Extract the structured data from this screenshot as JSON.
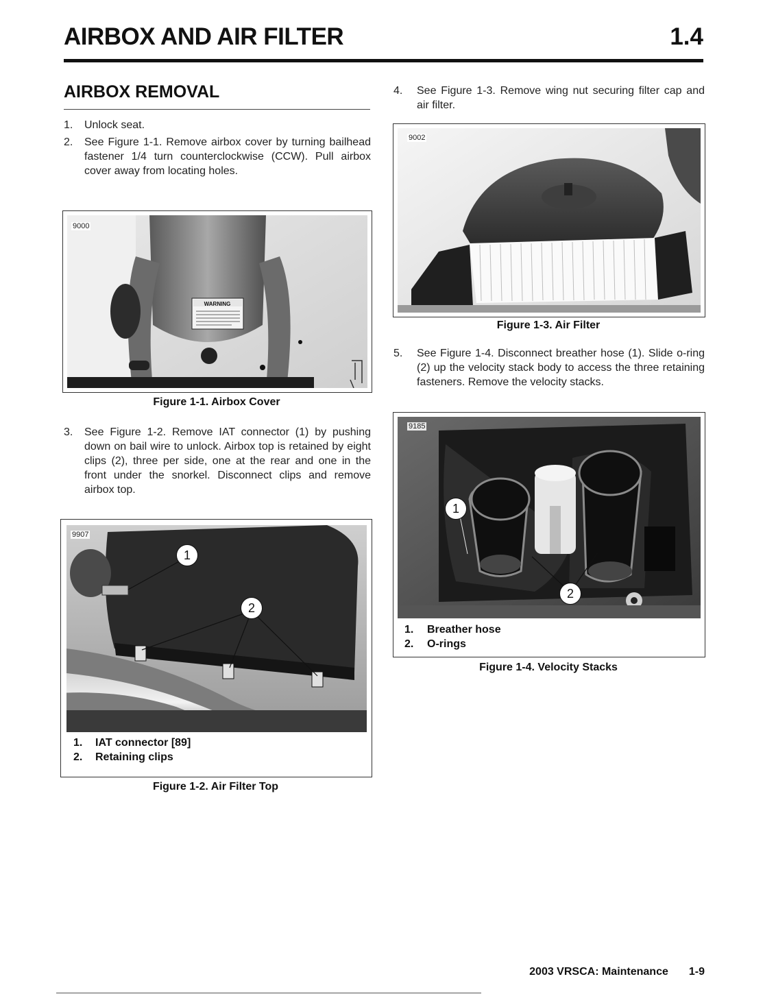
{
  "header": {
    "title": "AIRBOX AND AIR FILTER",
    "section": "1.4"
  },
  "section_heading": "AIRBOX REMOVAL",
  "steps": [
    {
      "num": "1.",
      "text": "Unlock seat."
    },
    {
      "num": "2.",
      "text": "See Figure 1-1. Remove airbox cover by turning bailhead fastener 1/4 turn counterclockwise (CCW). Pull airbox cover away from locating holes."
    },
    {
      "num": "3.",
      "text": "See Figure 1-2. Remove IAT connector (1) by pushing down on bail wire to unlock. Airbox top is retained by eight clips (2), three per side, one at the rear and one in the front under the snorkel. Disconnect clips and remove airbox top."
    },
    {
      "num": "4.",
      "text": "See Figure 1-3. Remove wing nut securing filter cap and air filter."
    },
    {
      "num": "5.",
      "text": "See Figure 1-4. Disconnect breather hose (1). Slide o-ring (2) up the velocity stack body to access the three retaining fasteners. Remove the velocity stacks."
    }
  ],
  "figures": {
    "fig1": {
      "id": "9000",
      "caption": "Figure 1-1. Airbox Cover",
      "warning_label": "WARNING"
    },
    "fig2": {
      "id": "9907",
      "caption": "Figure 1-2. Air Filter Top",
      "callouts": [
        "1",
        "2"
      ],
      "legend": [
        {
          "n": "1.",
          "t": "IAT connector [89]"
        },
        {
          "n": "2.",
          "t": "Retaining clips"
        }
      ]
    },
    "fig3": {
      "id": "9002",
      "caption": "Figure 1-3. Air Filter"
    },
    "fig4": {
      "id": "9185",
      "caption": "Figure 1-4. Velocity Stacks",
      "callouts": [
        "1",
        "2"
      ],
      "legend": [
        {
          "n": "1.",
          "t": "Breather hose"
        },
        {
          "n": "2.",
          "t": "O-rings"
        }
      ]
    }
  },
  "footer": {
    "manual": "2003 VRSCA: Maintenance",
    "page": "1-9"
  }
}
